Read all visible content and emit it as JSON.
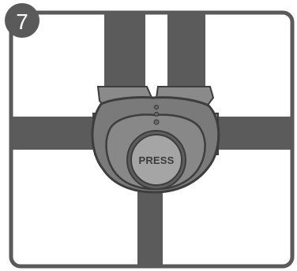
{
  "step": {
    "number": "7"
  },
  "buckle": {
    "button_label": "PRESS"
  },
  "colors": {
    "frame_border": "#5a5a5a",
    "strap": "#5b5b5b",
    "buckle_body": "#7a7a7a",
    "buckle_outline": "#3d3d3d",
    "button_face": "#a5a5a5",
    "badge_fill": "#5a5a5a"
  },
  "icons": {
    "step_badge": "step-number-badge",
    "release_button": "press-release-button"
  }
}
